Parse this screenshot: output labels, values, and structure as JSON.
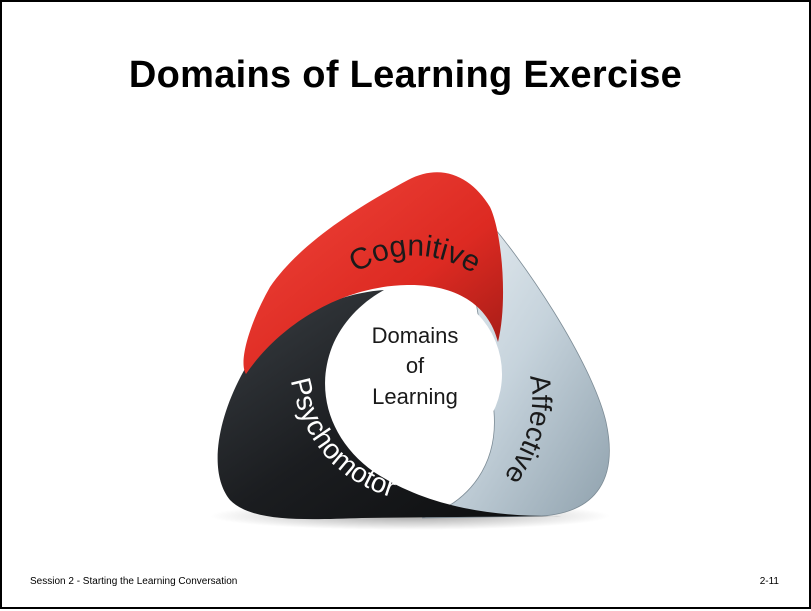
{
  "slide": {
    "title": "Domains of Learning Exercise",
    "footer_left": "Session 2 - Starting the Learning Conversation",
    "footer_right": "2-11"
  },
  "diagram": {
    "center_lines": [
      "Domains",
      "of",
      "Learning"
    ],
    "segments": [
      {
        "label": "Cognitive",
        "color": "#e02b24"
      },
      {
        "label": "Affective",
        "color": "#c9d7df"
      },
      {
        "label": "Psychomotor",
        "color": "#1f2226"
      }
    ]
  }
}
